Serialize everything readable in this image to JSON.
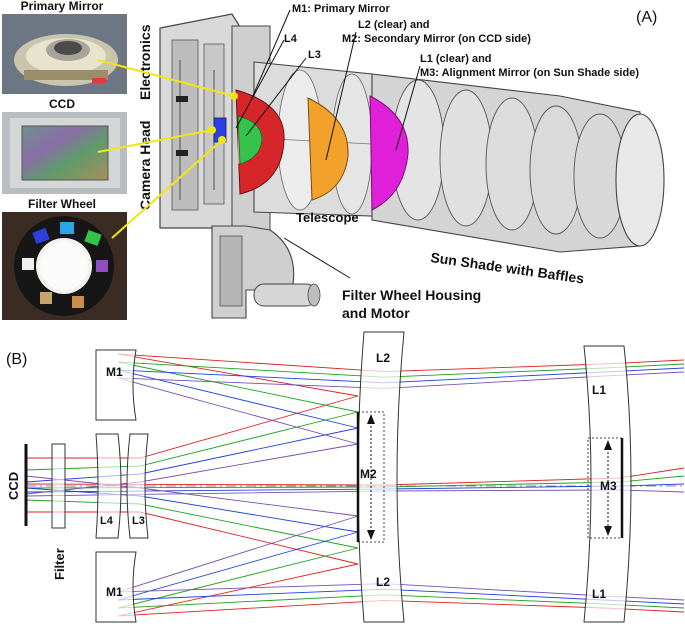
{
  "panel_a": {
    "tag": "(A)",
    "photos": {
      "primary_mirror": "Primary Mirror",
      "ccd": "CCD",
      "filter_wheel": "Filter Wheel"
    },
    "labels": {
      "camera_head": "Camera Head",
      "electronics": "Electronics",
      "m1": "M1: Primary Mirror",
      "l4": "L4",
      "l3": "L3",
      "l2_line1": "L2 (clear) and",
      "l2_line2": "M2: Secondary Mirror (on CCD side)",
      "l1_line1": "L1 (clear) and",
      "l1_line2": "M3: Alignment Mirror (on Sun Shade side)",
      "telescope": "Telescope",
      "sun_shade": "Sun Shade with Baffles",
      "fw_housing_line1": "Filter Wheel Housing",
      "fw_housing_line2": "and Motor"
    },
    "colors": {
      "primary_mirror": "#d7262a",
      "l4": "#2c3fe0",
      "l3": "#34c24a",
      "secondary_lens": "#f2a12a",
      "alignment_lens": "#e020d8",
      "leader": "#f0e614"
    }
  },
  "panel_b": {
    "tag": "(B)",
    "labels": {
      "ccd": "CCD",
      "filter": "Filter",
      "m1_top": "M1",
      "m1_bottom": "M1",
      "l4": "L4",
      "l3": "L3",
      "l2_top": "L2",
      "l2_bottom": "L2",
      "m2": "M2",
      "l1_top": "L1",
      "l1_bottom": "L1",
      "m3": "M3"
    },
    "ray_colors": [
      "#e02020",
      "#20a020",
      "#2040e0",
      "#7a4fb0"
    ]
  }
}
